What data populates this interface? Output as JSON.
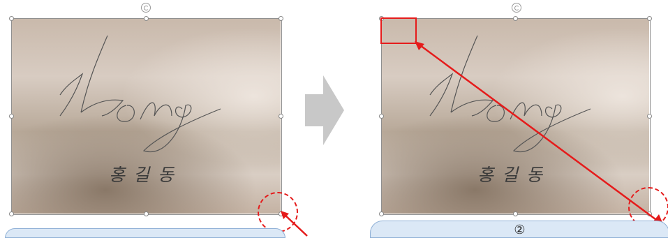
{
  "signature": {
    "script_text": "Hong",
    "hangul_text": "홍길동"
  },
  "step_arrow": {
    "icon": "right-arrow-icon",
    "color": "#c8c8c8"
  },
  "annotations": {
    "color": "#e51b1b",
    "callout_number": "②",
    "callout_fill": "#dbe8f6"
  }
}
